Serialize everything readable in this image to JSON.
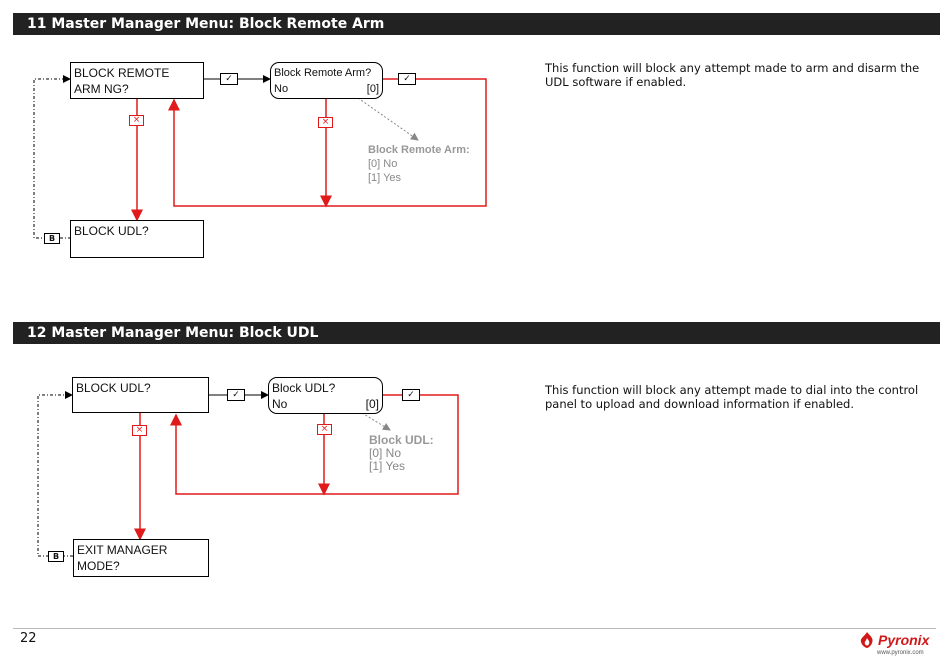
{
  "sections": [
    {
      "title": "11 Master Manager Menu: Block Remote Arm",
      "description": "This function will block any attempt made to arm and disarm the UDL software if enabled.",
      "menu_box": {
        "line1": "BLOCK REMOTE",
        "line2": "ARM NG?"
      },
      "prompt_box": {
        "line1": "Block Remote Arm?",
        "value": "No",
        "code": "[0]"
      },
      "next_box": {
        "line1": "BLOCK UDL?",
        "line2": ""
      },
      "options": {
        "title": "Block Remote Arm:",
        "items": [
          "[0]  No",
          "[1]  Yes"
        ]
      },
      "confirm_glyph": "✓",
      "cancel_glyph": "×",
      "back_label": "B"
    },
    {
      "title": "12 Master Manager Menu: Block UDL",
      "description": "This function will block any attempt made to dial into the control panel to upload and download information if enabled.",
      "menu_box": {
        "line1": "BLOCK UDL?",
        "line2": ""
      },
      "prompt_box": {
        "line1": "Block UDL?",
        "value": "No",
        "code": "[0]"
      },
      "next_box": {
        "line1": "EXIT MANAGER",
        "line2": "MODE?"
      },
      "options": {
        "title": "Block UDL:",
        "items": [
          "[0] No",
          "[1] Yes"
        ]
      },
      "confirm_glyph": "✓",
      "cancel_glyph": "×",
      "back_label": "B"
    }
  ],
  "footer": {
    "page_number": "22",
    "brand": "Pyronix",
    "url": "www.pyronix.com"
  },
  "colors": {
    "header_bg": "#222222",
    "flow_red": "#e01a1a",
    "brand_red": "#d01818"
  }
}
